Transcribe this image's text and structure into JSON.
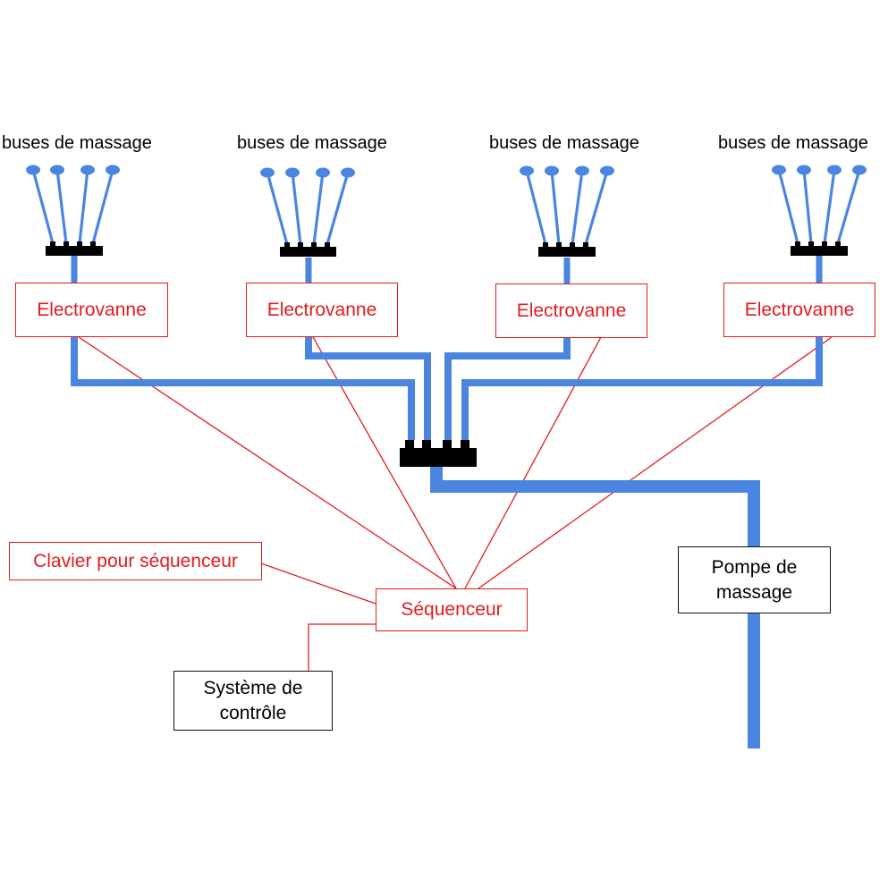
{
  "colors": {
    "pipe": "#4a86e0",
    "wire": "#e21c1c",
    "manifold": "#000000",
    "text": "#000000"
  },
  "nozzle_groups": [
    {
      "label": "buses de massage",
      "nozzle_count": 4
    },
    {
      "label": "buses de massage",
      "nozzle_count": 4
    },
    {
      "label": "buses de massage",
      "nozzle_count": 4
    },
    {
      "label": "buses de massage",
      "nozzle_count": 4
    }
  ],
  "valves": [
    {
      "label": "Electrovanne"
    },
    {
      "label": "Electrovanne"
    },
    {
      "label": "Electrovanne"
    },
    {
      "label": "Electrovanne"
    }
  ],
  "sequencer": {
    "label": "Séquenceur"
  },
  "keypad": {
    "label": "Clavier pour séquenceur"
  },
  "control_system": {
    "label": "Système de\ncontrôle"
  },
  "pump": {
    "label": "Pompe de\nmassage"
  }
}
